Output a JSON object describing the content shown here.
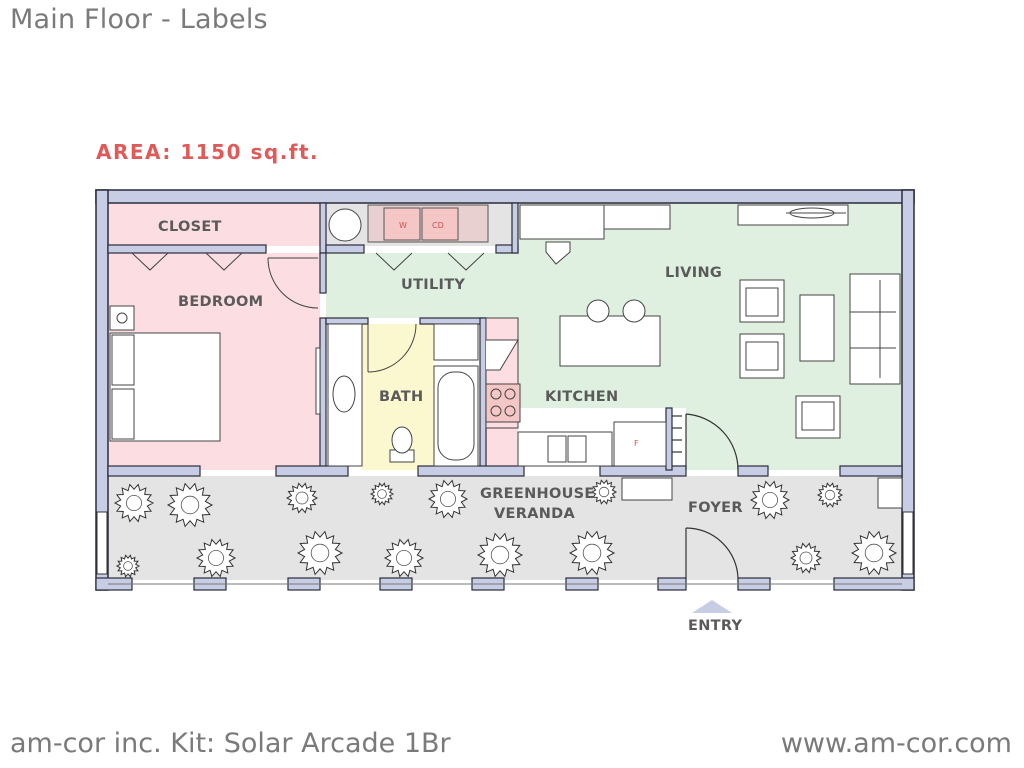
{
  "page": {
    "title": "Main Floor - Labels",
    "area": "AREA: 1150 sq.ft.",
    "footer_left": "am-cor inc. Kit: Solar Arcade 1Br",
    "footer_right": "www.am-cor.com"
  },
  "rooms": {
    "closet": "CLOSET",
    "bedroom": "BEDROOM",
    "utility": "UTILITY",
    "living": "LIVING",
    "bath": "BATH",
    "kitchen": "KITCHEN",
    "greenhouse_line1": "GREENHOUSE",
    "greenhouse_line2": "VERANDA",
    "foyer": "FOYER",
    "entry": "ENTRY"
  },
  "appliances": {
    "washer": "W",
    "dryer": "CD",
    "fridge": "F"
  },
  "colors": {
    "wall": "#c8cde6",
    "wall_stroke": "#2b2b3a",
    "bedroom": "#fbdde2",
    "utility_living": "#dff0e0",
    "bath": "#fbf8cf",
    "veranda": "#e4e4e4",
    "area_text": "#e05a5a"
  }
}
